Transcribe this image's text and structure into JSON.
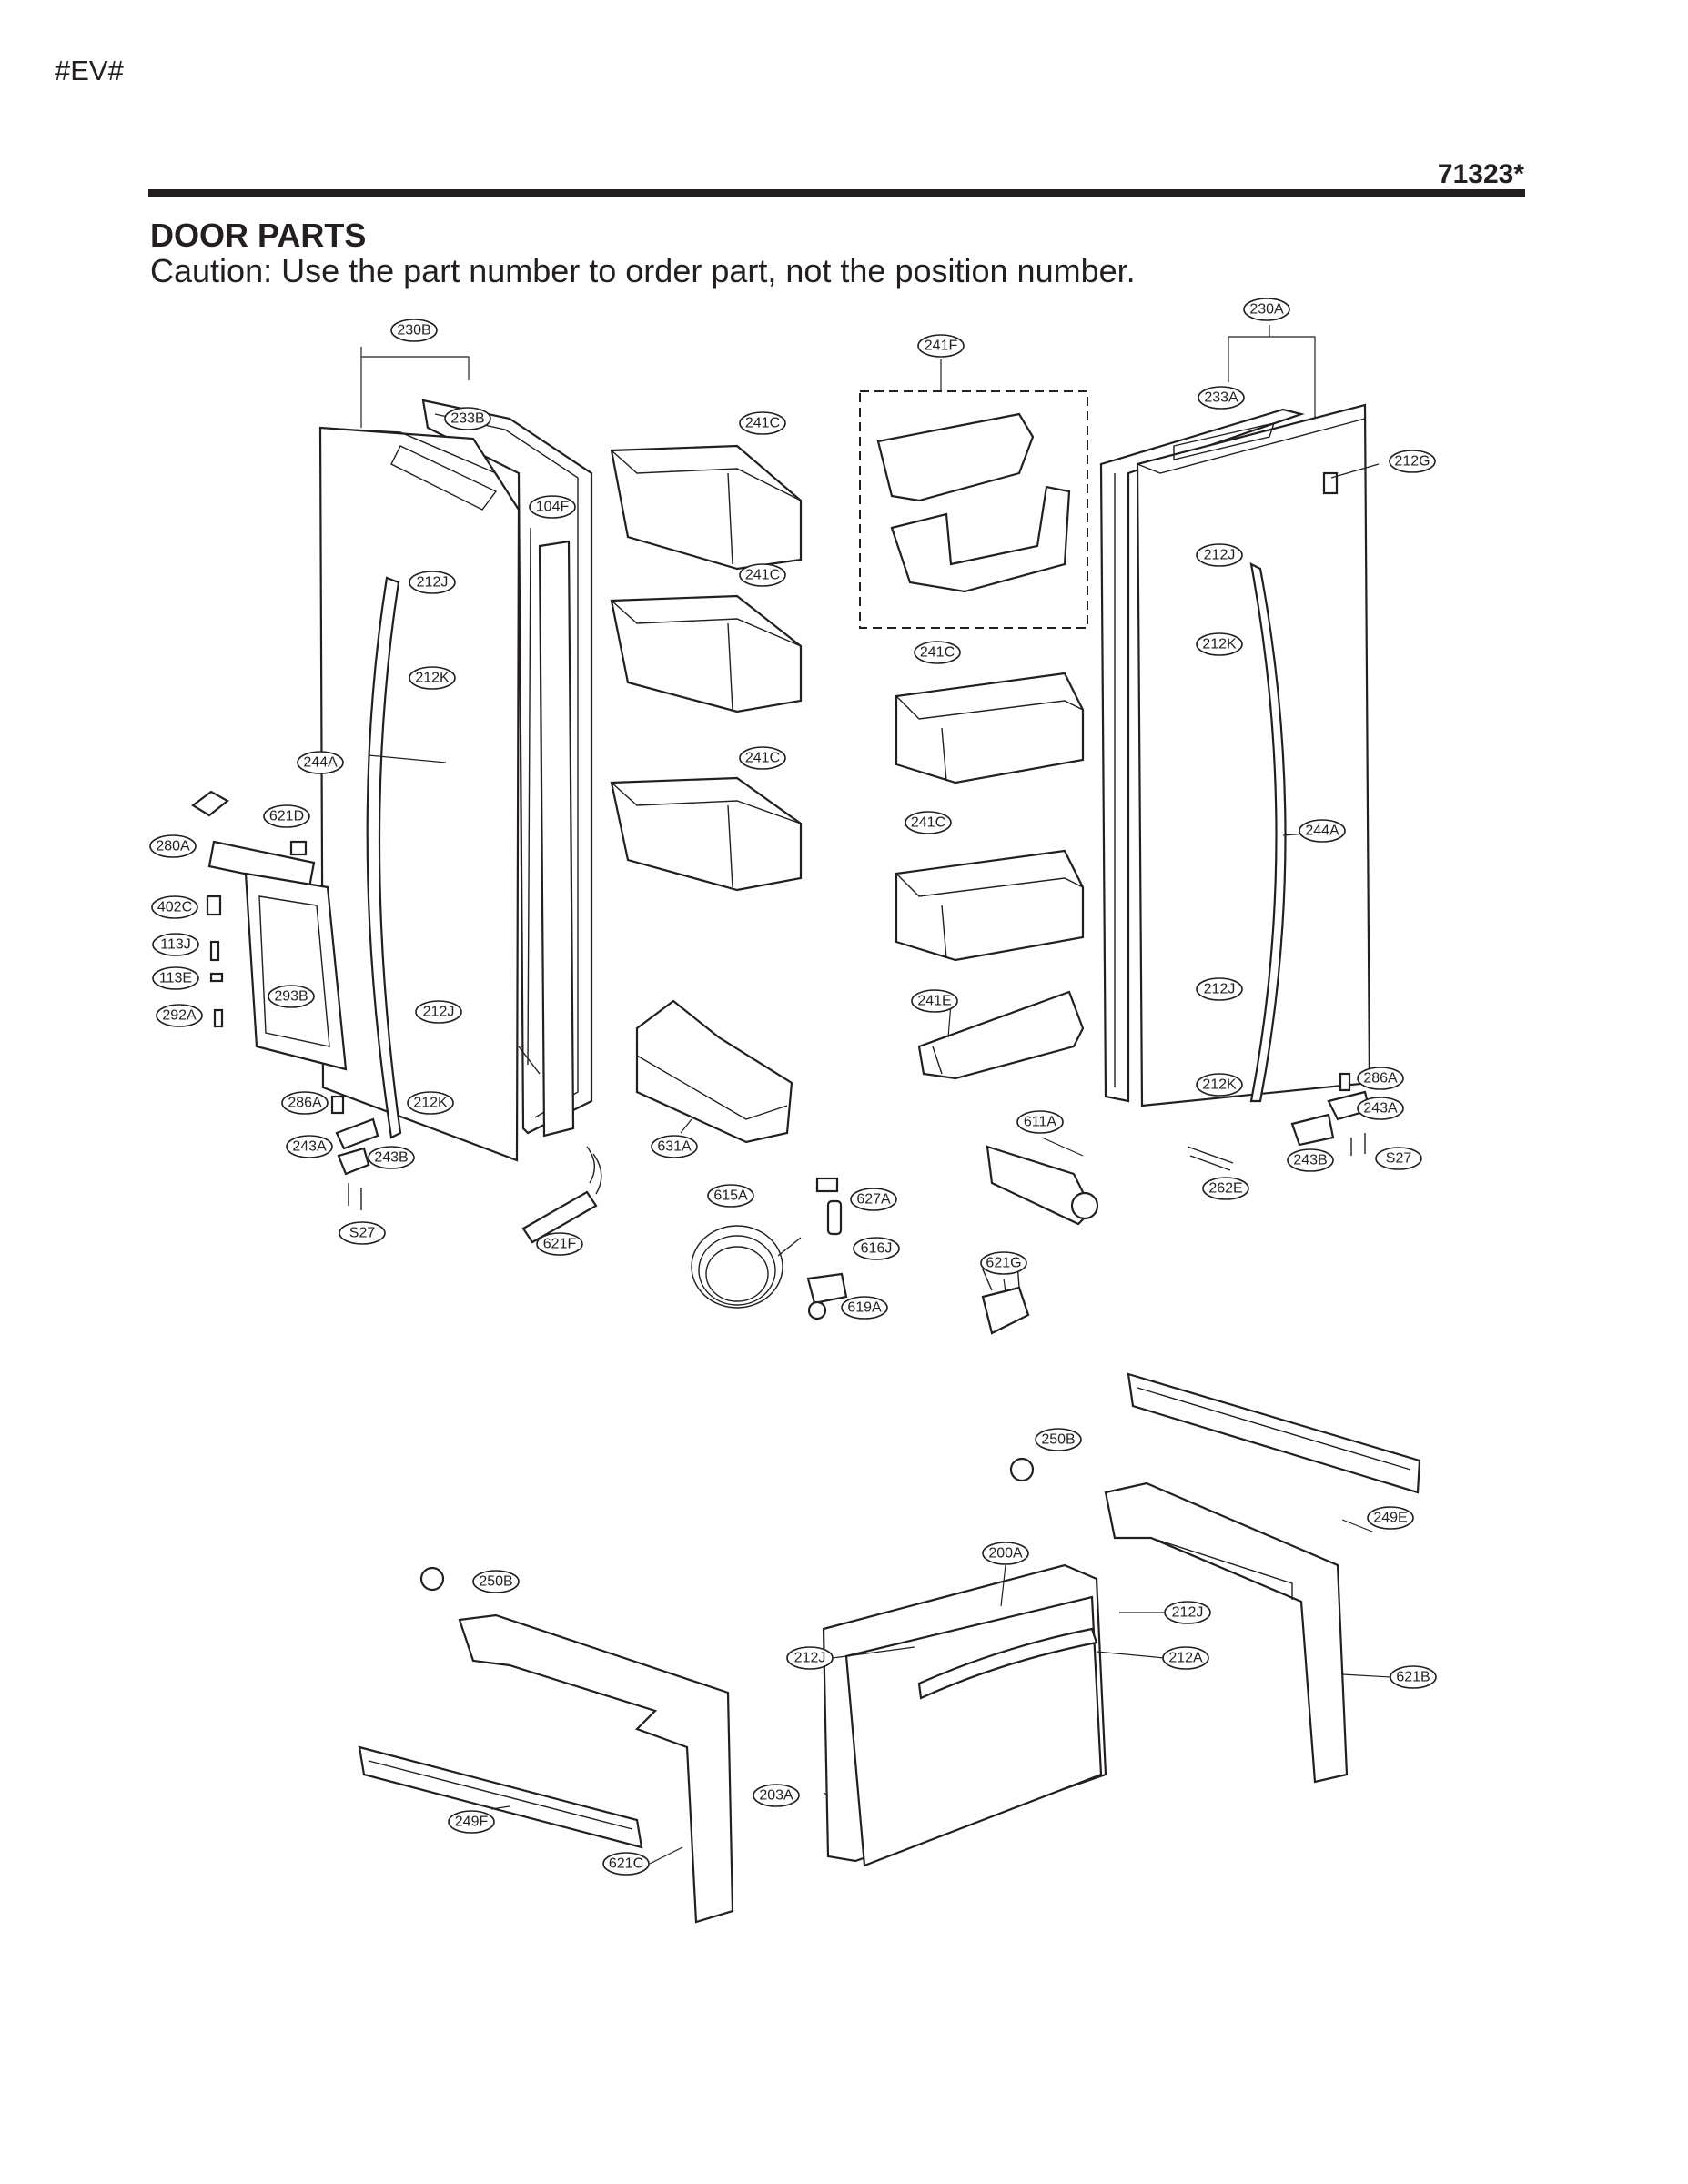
{
  "header": {
    "code": "#EV#",
    "model": "71323*"
  },
  "section": {
    "title": "DOOR PARTS",
    "caution": "Caution: Use the part number to order part, not the position number."
  },
  "callouts": {
    "c230B": "230B",
    "c233B": "233B",
    "c104F": "104F",
    "c212J_a": "212J",
    "c212K_a": "212K",
    "c244A_a": "244A",
    "c621D": "621D",
    "c280A": "280A",
    "c402C": "402C",
    "c113J": "113J",
    "c113E": "113E",
    "c292A": "292A",
    "c293B": "293B",
    "c212J_b": "212J",
    "c212K_b": "212K",
    "c286A_a": "286A",
    "c243A_a": "243A",
    "c243B_a": "243B",
    "cS27_a": "S27",
    "c241C_1": "241C",
    "c241C_2": "241C",
    "c241C_3": "241C",
    "c241F": "241F",
    "c241C_4": "241C",
    "c241C_5": "241C",
    "c241E": "241E",
    "c631A": "631A",
    "c621F": "621F",
    "c615A": "615A",
    "c627A": "627A",
    "c616J": "616J",
    "c619A": "619A",
    "c611A": "611A",
    "c621G": "621G",
    "c230A": "230A",
    "c233A": "233A",
    "c212G": "212G",
    "c212J_c": "212J",
    "c212K_c": "212K",
    "c244A_b": "244A",
    "c212J_d": "212J",
    "c212K_d": "212K",
    "c286A_b": "286A",
    "c243A_b": "243A",
    "c243B_b": "243B",
    "cS27_b": "S27",
    "c262E": "262E",
    "c250B_a": "250B",
    "c249E": "249E",
    "c200A": "200A",
    "c212J_e": "212J",
    "c212J_f": "212J",
    "c212A": "212A",
    "c621B": "621B",
    "c250B_b": "250B",
    "c249F": "249F",
    "c203A": "203A",
    "c621C": "621C"
  }
}
